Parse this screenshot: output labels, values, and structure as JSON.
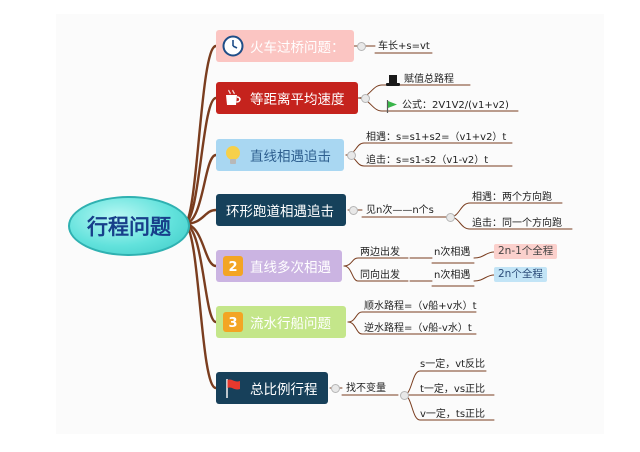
{
  "root": {
    "label": "行程问题"
  },
  "topics": [
    {
      "label": "火车过桥问题：",
      "icon": "clock-icon"
    },
    {
      "label": "等距离平均速度",
      "icon": "cup-icon"
    },
    {
      "label": "直线相遇追击",
      "icon": "lightbulb-icon"
    },
    {
      "label": "环形跑道相遇追击",
      "icon": ""
    },
    {
      "label": "直线多次相遇",
      "icon": "number-2-icon",
      "badge": "2"
    },
    {
      "label": "流水行船问题",
      "icon": "number-3-icon",
      "badge": "3"
    },
    {
      "label": "总比例行程",
      "icon": "red-flag-icon"
    }
  ],
  "details": {
    "train": "车长+s=vt",
    "avg_speed": {
      "assign": "赋值总路程",
      "formula": "公式：2V1V2/(v1+v2)",
      "assign_icon": "top-hat-icon",
      "formula_icon": "green-flag-icon"
    },
    "linear": {
      "meet": "相遇：s=s1+s2=（v1+v2）t",
      "chase": "追击：s=s1-s2（v1-v2）t"
    },
    "circular": {
      "times": "见n次——n个s",
      "meet": "相遇：两个方向跑",
      "chase": "追击：同一个方向跑"
    },
    "multi": {
      "both_ends": "两边出发",
      "same_dir": "同向出发",
      "n_meet_1": "n次相遇",
      "n_meet_2": "n次相遇",
      "laps_1": "2n-1个全程",
      "laps_2": "2n个全程"
    },
    "boat": {
      "down": "顺水路程=（v船+v水）t",
      "up": "逆水路程=（v船-v水）t"
    },
    "ratio": {
      "invariant": "找不变量",
      "s_fixed": "s一定，vt反比",
      "t_fixed": "t一定，vs正比",
      "v_fixed": "v一定，ts正比"
    }
  },
  "colors": {
    "branch": "#7a3d1f",
    "root_fill": "#62e2dc",
    "root_text": "#173f8a",
    "topic_pink": "#fbc5c2",
    "topic_red": "#c5231d",
    "topic_blue": "#a9d7f2",
    "topic_navy": "#16415b",
    "topic_purple": "#cbb4e2",
    "topic_green": "#c4e68a"
  }
}
